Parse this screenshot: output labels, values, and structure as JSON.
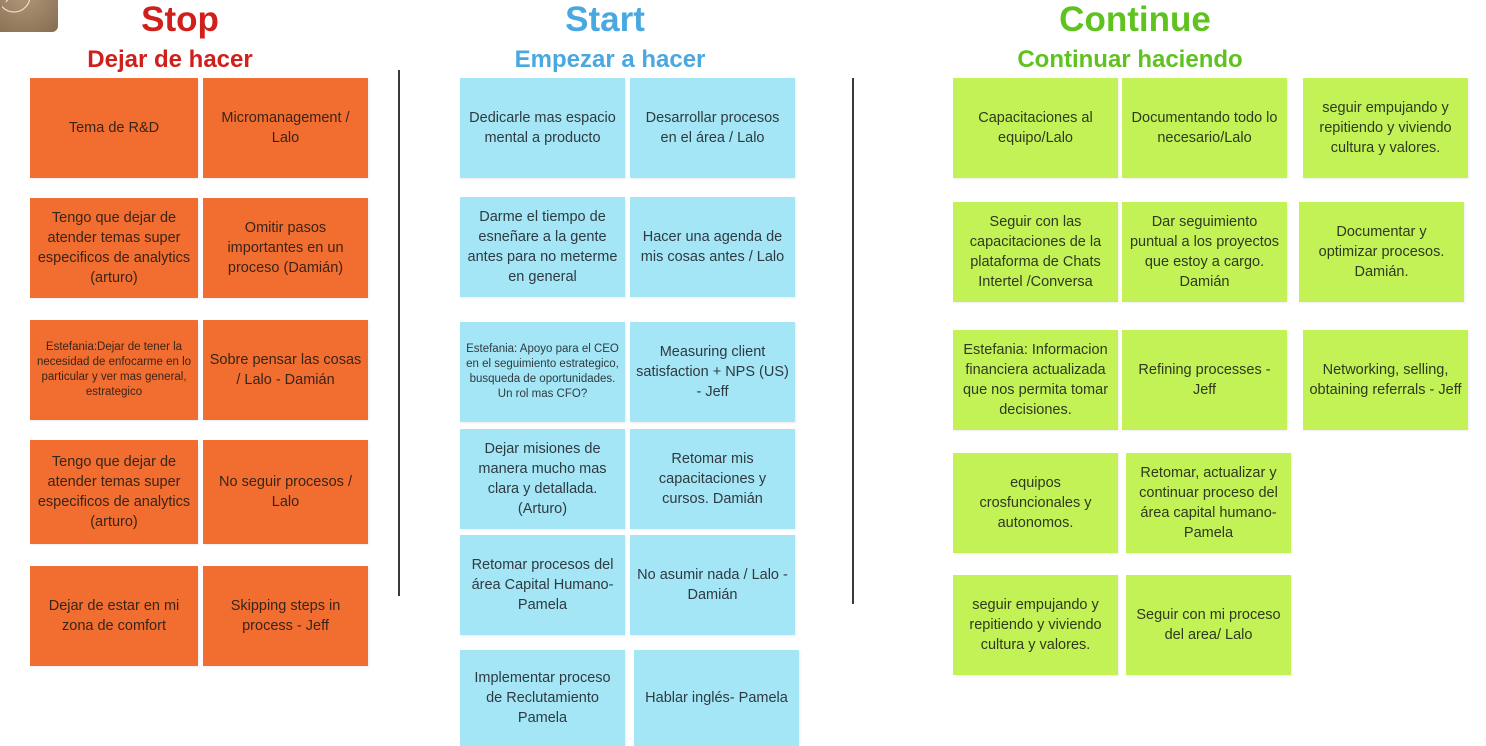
{
  "colors": {
    "stop": "#d0201b",
    "start": "#4aa8e0",
    "continue": "#5fc21e",
    "stop_note": "#f26e30",
    "start_note": "#a4e6f6",
    "continue_note": "#c2f255"
  },
  "stop": {
    "title": "Stop",
    "subtitle": "Dejar de hacer",
    "notes": [
      "Tema de R&D",
      "Micromanagement / Lalo",
      "Tengo que dejar de atender temas super especificos de analytics (arturo)",
      "Omitir pasos importantes en un proceso (Damián)",
      "Estefania:Dejar de tener la necesidad de enfocarme en lo particular y ver mas general, estrategico",
      "Sobre pensar las cosas / Lalo - Damián",
      "Tengo que dejar de atender temas super especificos de analytics (arturo)",
      "No seguir procesos / Lalo",
      "Dejar de estar en mi zona de comfort",
      "Skipping steps in process - Jeff"
    ]
  },
  "start": {
    "title": "Start",
    "subtitle": "Empezar a hacer",
    "notes": [
      "Dedicarle mas espacio mental a producto",
      "Desarrollar procesos en el área / Lalo",
      "Darme el tiempo de esneñare a la gente antes para no meterme en general",
      "Hacer una agenda de mis cosas antes / Lalo",
      "Estefania: Apoyo para el CEO en el seguimiento estrategico, busqueda de oportunidades. Un rol mas CFO?",
      "Measuring client satisfaction + NPS (US) - Jeff",
      "Dejar misiones de manera mucho mas clara y detallada. (Arturo)",
      "Retomar mis capacitaciones y cursos. Damián",
      "Retomar procesos del área Capital Humano- Pamela",
      "No asumir nada / Lalo - Damián",
      "Implementar proceso de Reclutamiento Pamela",
      "Hablar inglés- Pamela"
    ]
  },
  "continue": {
    "title": "Continue",
    "subtitle": "Continuar haciendo",
    "notes": [
      "Capacitaciones al equipo/Lalo",
      "Documentando todo lo necesario/Lalo",
      "seguir empujando y repitiendo y viviendo cultura y valores.",
      "Seguir con las capacitaciones de la plataforma de Chats Intertel /Conversa",
      "Dar seguimiento puntual a los proyectos que estoy a cargo. Damián",
      "Documentar y optimizar procesos. Damián.",
      "Estefania: Informacion financiera actualizada que nos permita tomar decisiones.",
      "Refining processes - Jeff",
      "Networking, selling, obtaining referrals - Jeff",
      "equipos crosfuncionales y autonomos.",
      "Retomar, actualizar y continuar proceso del área capital humano- Pamela",
      "seguir empujando y repitiendo y viviendo cultura y valores.",
      "Seguir con mi proceso del area/ Lalo"
    ]
  }
}
